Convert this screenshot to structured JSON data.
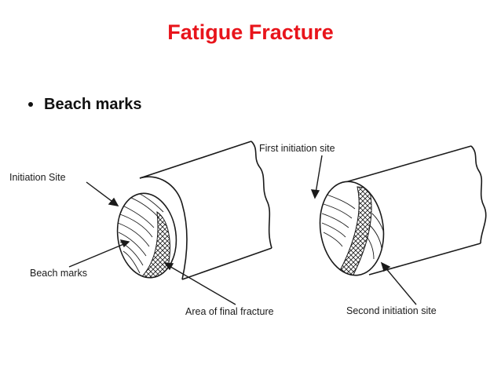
{
  "slide": {
    "title": "Fatigue Fracture",
    "bullet": "Beach marks"
  },
  "diagram": {
    "labels": {
      "initiation_site": "Initiation Site",
      "beach_marks": "Beach marks",
      "area_final_fracture": "Area of final fracture",
      "first_initiation_site": "First initiation site",
      "second_initiation_site": "Second initiation site"
    }
  },
  "colors": {
    "title": "#e8141b",
    "text": "#111111",
    "line": "#1a1a1a"
  }
}
